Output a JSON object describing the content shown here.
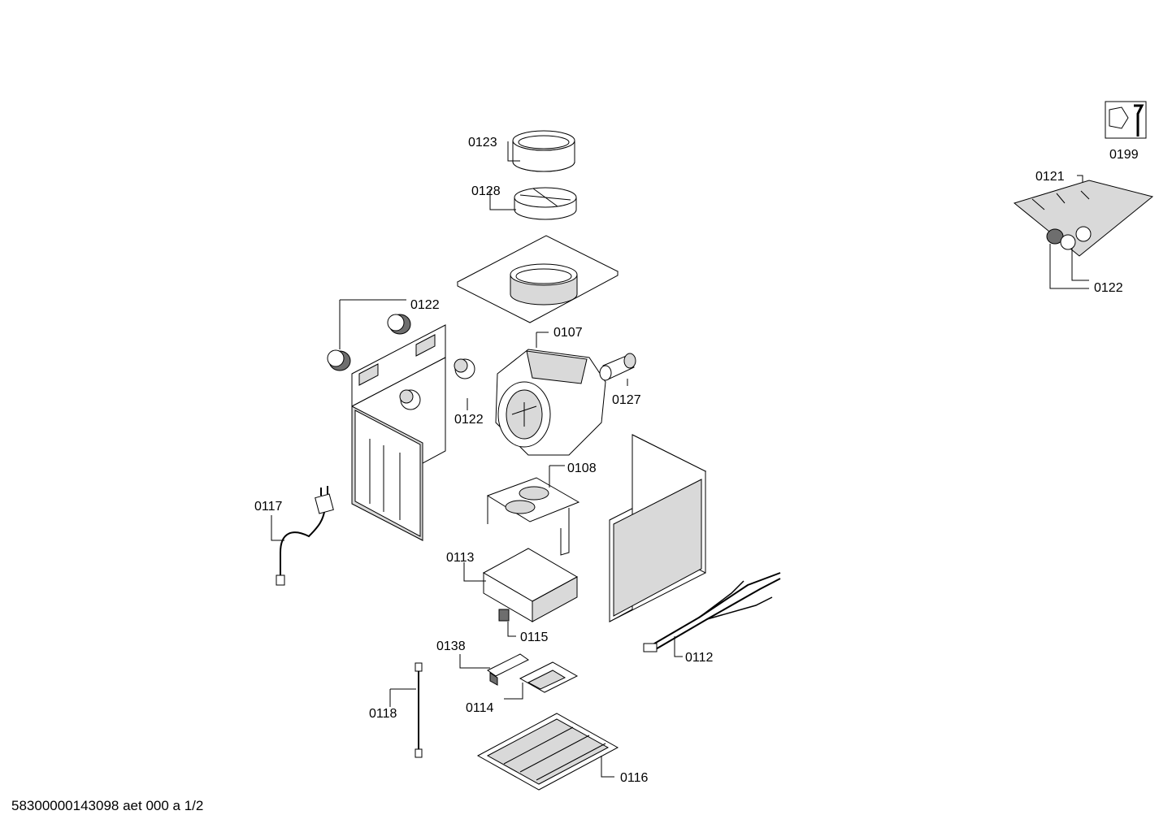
{
  "labels": {
    "p0123": "0123",
    "p0128": "0128",
    "p0122_top": "0122",
    "p0107": "0107",
    "p0127": "0127",
    "p0122_mid": "0122",
    "p0108": "0108",
    "p0117": "0117",
    "p0113": "0113",
    "p0115": "0115",
    "p0112": "0112",
    "p0138": "0138",
    "p0114": "0114",
    "p0118": "0118",
    "p0116": "0116",
    "p0199": "0199",
    "p0121": "0121",
    "p0122_kit": "0122"
  },
  "footer": "58300000143098 aet 000 a 1/2"
}
